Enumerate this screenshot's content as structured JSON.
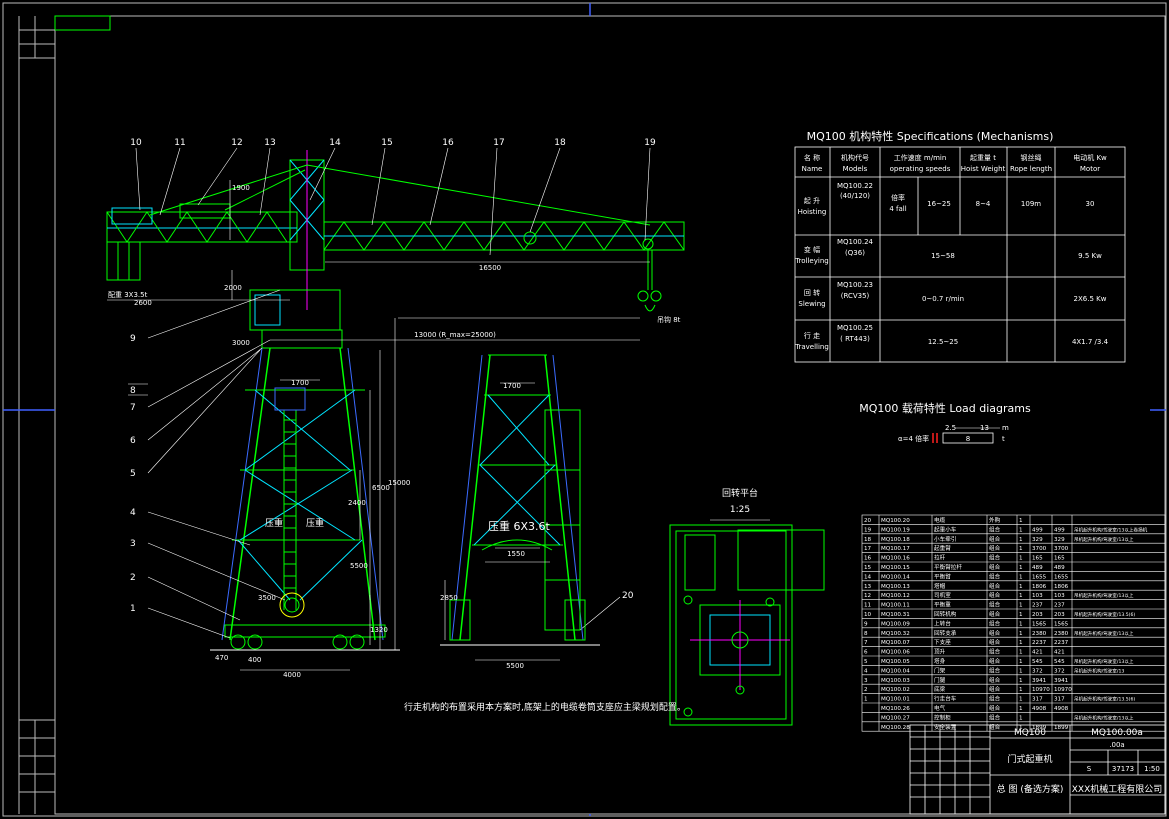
{
  "colors": {
    "frame": "#c8c8c8",
    "structure": "#00ff00",
    "secondary": "#00e5ff",
    "blue": "#3b6bff",
    "magenta": "#ff00ff",
    "white": "#ffffff",
    "red": "#ff2020",
    "yellow": "#ffff00",
    "background": "#000000"
  },
  "callouts": {
    "top": [
      "10",
      "11",
      "12",
      "13",
      "14",
      "15",
      "16",
      "17",
      "18",
      "19"
    ],
    "left": [
      "9",
      "8",
      "7",
      "6",
      "5",
      "4",
      "3",
      "2",
      "1"
    ],
    "right": "20"
  },
  "dims": {
    "counterweight": "配重 3X3.5t",
    "hook_load": "吊钩 8t",
    "radius": "13000 (R_max=25000)",
    "span_main": "16500",
    "d1": "1700",
    "d2": "1700",
    "d3": "5500",
    "d4": "4000",
    "d5": "6500",
    "d6": "2400",
    "d7": "15000",
    "d8": "1320",
    "d9": "2000",
    "d10": "470",
    "d11": "400",
    "d12": "2600",
    "d13": "1900",
    "d14": "3000",
    "d15": "3500",
    "load_side": "压重 6X3.6t",
    "load_side_a": "压重",
    "load_side_b": "压重",
    "d16": "1550",
    "d17": "2850",
    "d18": "5500"
  },
  "spec_table": {
    "title": "MQ100 机构特性  Specifications (Mechanisms)",
    "headers": [
      [
        "名 称",
        "Name"
      ],
      [
        "机构代号",
        "Models"
      ],
      [
        "工作速度 m/min",
        "operating speeds"
      ],
      [
        "起重量 t",
        "Hoist Weight"
      ],
      [
        "钢丝绳",
        "Rope length"
      ],
      [
        "电动机 Kw",
        "Motor"
      ]
    ],
    "rows": [
      {
        "name": [
          "起 升",
          "Hoisting"
        ],
        "model": [
          "MQ100.22",
          "(40/120)"
        ],
        "s1": "倍率",
        "s1b": "4 fall",
        "speed": "16~25",
        "weight": "8~4",
        "rope": "109m",
        "motor": "30"
      },
      {
        "name": [
          "变 幅",
          "Trolleying"
        ],
        "model": [
          "MQ100.24",
          "(Q36)"
        ],
        "speed": "15~58",
        "motor": "9.5 Kw"
      },
      {
        "name": [
          "回 转",
          "Slewing"
        ],
        "model": [
          "MQ100.23",
          "(RCV35)"
        ],
        "speed": "0~0.7 r/min",
        "motor": "2X6.5 Kw"
      },
      {
        "name": [
          "行 走",
          "Travelling"
        ],
        "model": [
          "MQ100.25",
          "( RT443)"
        ],
        "speed": "12.5~25",
        "motor": "4X1.7 /3.4"
      }
    ]
  },
  "load_diagram": {
    "title": "MQ100 载荷特性  Load diagrams",
    "r1": "2.5",
    "r2": "13",
    "unit_m": "m",
    "label": "α=4 倍率",
    "value": "8",
    "unit_t": "t"
  },
  "platform": {
    "title": "回转平台",
    "scale": "1:25"
  },
  "note": "行走机构的布置采用本方案时,底架上的电缆卷筒支座应主梁规划配置。",
  "parts_list": {
    "rows": [
      [
        "20",
        "MQ100.20",
        "电缆",
        "外购",
        "1",
        "",
        "",
        ""
      ],
      [
        "19",
        "MQ100.19",
        "起重小车",
        "组合",
        "1",
        "499",
        "499",
        "吊机起升机构/驾驶室/13以上卷扬机"
      ],
      [
        "18",
        "MQ100.18",
        "小车牵引",
        "组合",
        "1",
        "329",
        "329",
        "吊机起升机构/驾驶室/13以上"
      ],
      [
        "17",
        "MQ100.17",
        "起重臂",
        "组合",
        "1",
        "3700",
        "3700",
        ""
      ],
      [
        "16",
        "MQ100.16",
        "拉杆",
        "组合",
        "1",
        "165",
        "165",
        ""
      ],
      [
        "15",
        "MQ100.15",
        "平衡臂拉杆",
        "组合",
        "1",
        "489",
        "489",
        ""
      ],
      [
        "14",
        "MQ100.14",
        "平衡臂",
        "组合",
        "1",
        "1655",
        "1655",
        ""
      ],
      [
        "13",
        "MQ100.13",
        "塔帽",
        "组合",
        "1",
        "1806",
        "1806",
        ""
      ],
      [
        "12",
        "MQ100.12",
        "司机室",
        "组合",
        "1",
        "103",
        "103",
        "吊机起升机构/驾驶室/13以上"
      ],
      [
        "11",
        "MQ100.11",
        "平衡重",
        "组合",
        "1",
        "237",
        "237",
        ""
      ],
      [
        "10",
        "MQ100.31",
        "回转机构",
        "组合",
        "1",
        "203",
        "203",
        "吊机起升机构/驾驶室/13.5(6)"
      ],
      [
        "9",
        "MQ100.09",
        "上转台",
        "组合",
        "1",
        "1565",
        "1565",
        ""
      ],
      [
        "8",
        "MQ100.32",
        "回转支承",
        "组合",
        "1",
        "2380",
        "2380",
        "吊机起升机构/驾驶室/13以上"
      ],
      [
        "7",
        "MQ100.07",
        "下支座",
        "组合",
        "1",
        "2237",
        "2237",
        ""
      ],
      [
        "6",
        "MQ100.06",
        "顶升",
        "组合",
        "1",
        "421",
        "421",
        ""
      ],
      [
        "5",
        "MQ100.05",
        "塔身",
        "组合",
        "1",
        "545",
        "545",
        "吊机起升机构/驾驶室/13以上"
      ],
      [
        "4",
        "MQ100.04",
        "门架",
        "组合",
        "1",
        "372",
        "372",
        "吊机起升机构/驾驶室/13"
      ],
      [
        "3",
        "MQ100.03",
        "门腿",
        "组合",
        "1",
        "3941",
        "3941",
        ""
      ],
      [
        "2",
        "MQ100.02",
        "底梁",
        "组合",
        "1",
        "10970",
        "10970",
        ""
      ],
      [
        "1",
        "MQ100.01",
        "行走台车",
        "组合",
        "1",
        "317",
        "317",
        "吊机起升机构/驾驶室/13.5(6)"
      ],
      [
        "",
        "MQ100.26",
        "电气",
        "组合",
        "1",
        "4908",
        "4908",
        ""
      ],
      [
        "",
        "MQ100.27",
        "控制柜",
        "组合",
        "1",
        "",
        "",
        "吊机起升机构/驾驶室/13以上"
      ],
      [
        "",
        "MQ100.28",
        "安全装置",
        "组合",
        "1",
        "1899",
        "1899",
        ""
      ]
    ]
  },
  "title_block": {
    "model": "MQ100",
    "drawing_no": "MQ100.00a",
    "sub_no": ".00a",
    "name": "门式起重机",
    "scale_label": "S",
    "weight": "37173",
    "scale": "1:50",
    "type": "总 图 (备选方案)",
    "company": "XXX机械工程有限公司"
  }
}
